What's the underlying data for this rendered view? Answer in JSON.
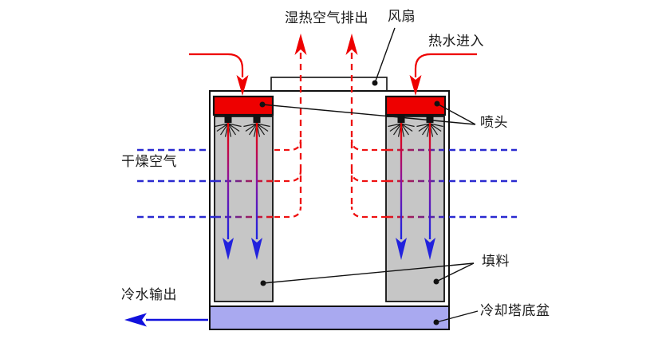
{
  "labels": {
    "wet_air_out": "湿热空气排出",
    "fan": "风扇",
    "hot_water_in": "热水进入",
    "nozzle": "喷头",
    "dry_air": "干燥空气",
    "fill": "填料",
    "basin": "冷却塔底盆",
    "cold_water_out": "冷水输出"
  },
  "colors": {
    "hot_red": "#ee0000",
    "cool_blue": "#2222cc",
    "air_dash_blue": "#2a2ad0",
    "air_dash_red": "#ee1111",
    "basin_fill": "#a9a9f0",
    "fill_gray": "#c6c6c6",
    "line_black": "#111111"
  }
}
